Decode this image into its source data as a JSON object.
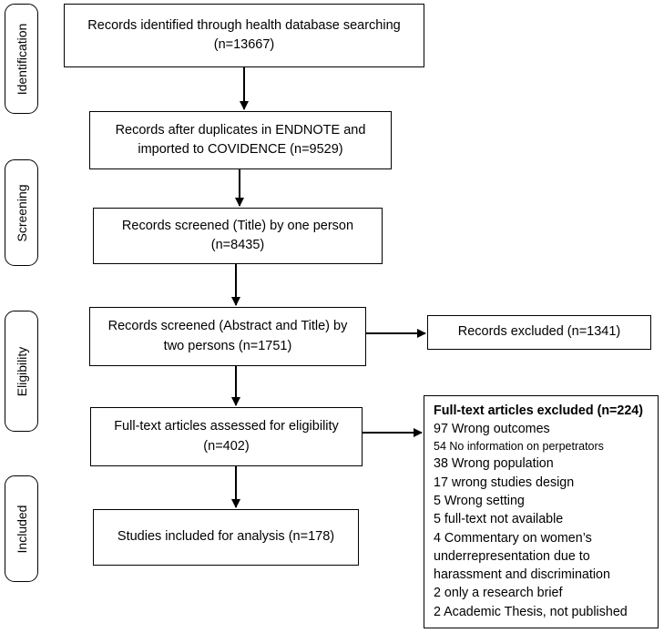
{
  "stages": [
    "Identification",
    "Screening",
    "Eligibility",
    "Included"
  ],
  "boxes": {
    "identified": [
      "Records identified through health database searching",
      "(n=13667)"
    ],
    "after_duplicates": [
      "Records after duplicates in ENDNOTE and",
      "imported to COVIDENCE (n=9529)"
    ],
    "screened_title": [
      "Records screened (Title) by one person",
      "(n=8435)"
    ],
    "screened_abstract": [
      "Records screened (Abstract and Title) by",
      "two persons (n=1751)"
    ],
    "excluded_records": [
      "Records excluded (n=1341)"
    ],
    "fulltext_assessed": [
      "Full-text articles assessed for eligibility",
      "(n=402)"
    ],
    "included": [
      "Studies included for analysis (n=178)"
    ]
  },
  "fulltext_excluded": {
    "heading": "Full-text articles excluded (n=224)",
    "items": [
      "97 Wrong outcomes",
      "54 No information on perpetrators",
      "38 Wrong population",
      "17 wrong studies design",
      "5 Wrong setting",
      "5 full-text not available",
      "4 Commentary on women’s",
      "underrepresentation due to",
      "harassment and discrimination",
      "2 only a research brief",
      "2 Academic Thesis, not published"
    ]
  }
}
